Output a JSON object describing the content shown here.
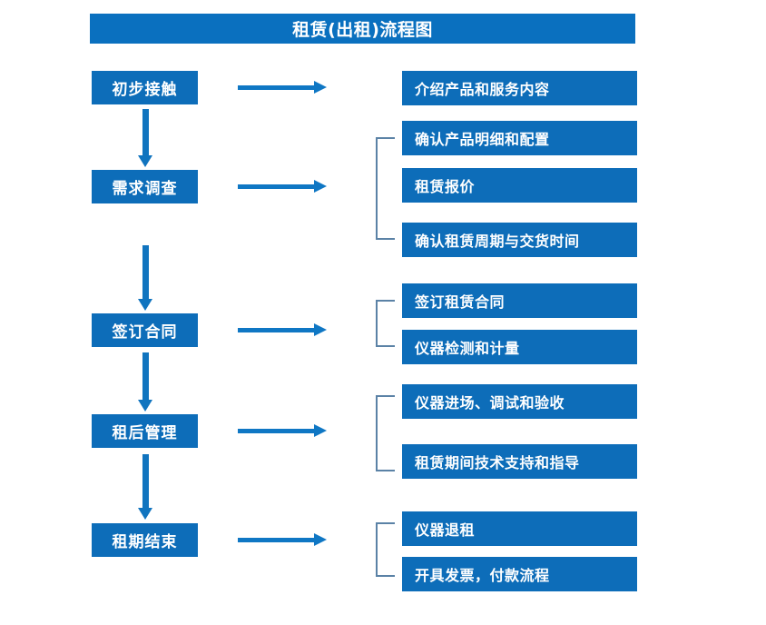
{
  "title": "租赁(出租)流程图",
  "colors": {
    "title_bar": "#0a70bf",
    "box_fill": "#0d6db9",
    "box_text": "#ffffff",
    "arrow": "#0f77c4",
    "bracket": "#5b82a6",
    "background": "#ffffff"
  },
  "stages": [
    {
      "label": "初步接触"
    },
    {
      "label": "需求调查"
    },
    {
      "label": "签订合同"
    },
    {
      "label": "租后管理"
    },
    {
      "label": "租期结束"
    }
  ],
  "details": [
    {
      "label": "介绍产品和服务内容"
    },
    {
      "label": "确认产品明细和配置"
    },
    {
      "label": "租赁报价"
    },
    {
      "label": "确认租赁周期与交货时间"
    },
    {
      "label": "签订租赁合同"
    },
    {
      "label": "仪器检测和计量"
    },
    {
      "label": "仪器进场、调试和验收"
    },
    {
      "label": "租赁期间技术支持和指导"
    },
    {
      "label": "仪器退租"
    },
    {
      "label": "开具发票，付款流程"
    }
  ],
  "connectors": {
    "horizontal_arrow_count": 5,
    "vertical_arrow_count": 4,
    "bracket_count": 4
  }
}
